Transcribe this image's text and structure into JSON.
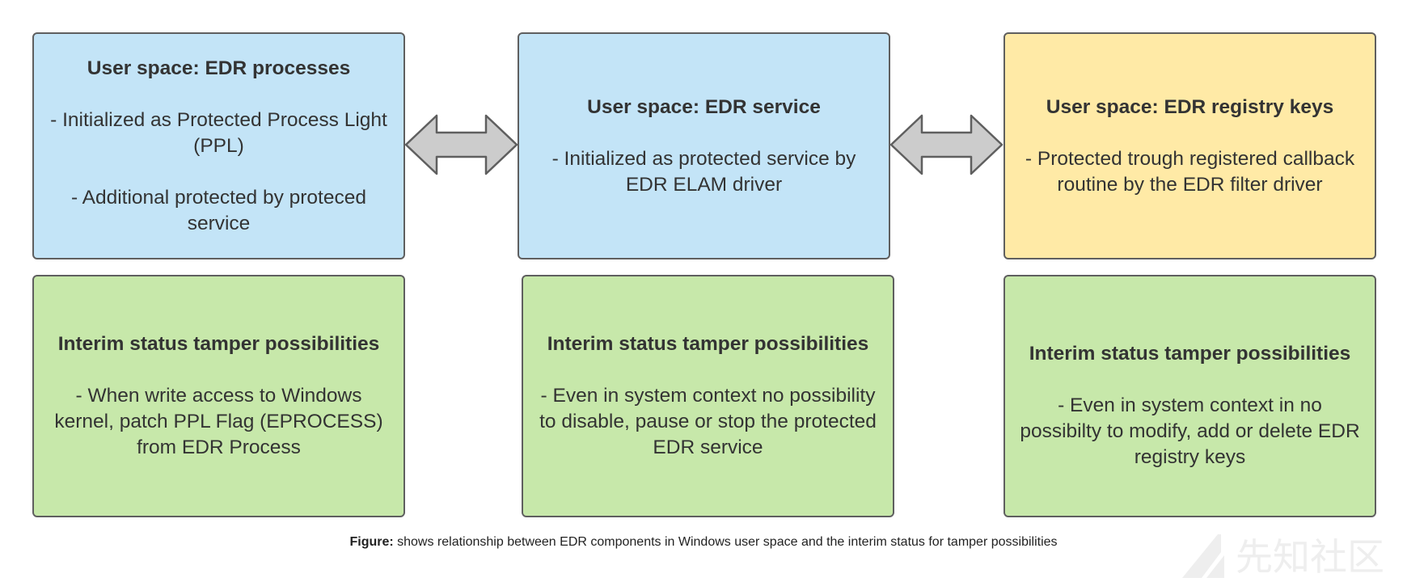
{
  "diagram": {
    "top_boxes": [
      {
        "title": "User space: EDR processes",
        "lines": [
          "- Initialized as Protected Process Light (PPL)",
          "- Additional protected by proteced service"
        ]
      },
      {
        "title": "User space: EDR service",
        "lines": [
          "- Initialized as protected service by EDR ELAM driver"
        ]
      },
      {
        "title": "User space: EDR registry keys",
        "lines": [
          "- Protected trough registered callback routine by the EDR filter driver"
        ]
      }
    ],
    "bottom_boxes": [
      {
        "title": "Interim status tamper possibilities",
        "lines": [
          "- When write access to Windows kernel, patch PPL Flag (EPROCESS) from EDR Process"
        ]
      },
      {
        "title": "Interim status tamper possibilities",
        "lines": [
          "- Even in system context no possibility to disable, pause or stop the protected EDR service"
        ]
      },
      {
        "title": "Interim status tamper possibilities",
        "lines": [
          "- Even in system context in no possibilty to modify, add or delete EDR registry keys"
        ]
      }
    ],
    "connectors": [
      {
        "from": "User space: EDR processes",
        "to": "User space: EDR service",
        "type": "bidirectional"
      },
      {
        "from": "User space: EDR service",
        "to": "User space: EDR registry keys",
        "type": "bidirectional"
      }
    ]
  },
  "caption": {
    "label": "Figure:",
    "text": " shows relationship between EDR components in Windows user space and the interim status for tamper possibilities"
  },
  "watermark": {
    "text": "先知社区"
  },
  "colors": {
    "user_space_box": "#c3e4f7",
    "registry_box": "#ffeaa6",
    "interim_box": "#c7e8aa",
    "border": "#5f5f5f",
    "arrow_fill": "#cccccc"
  }
}
